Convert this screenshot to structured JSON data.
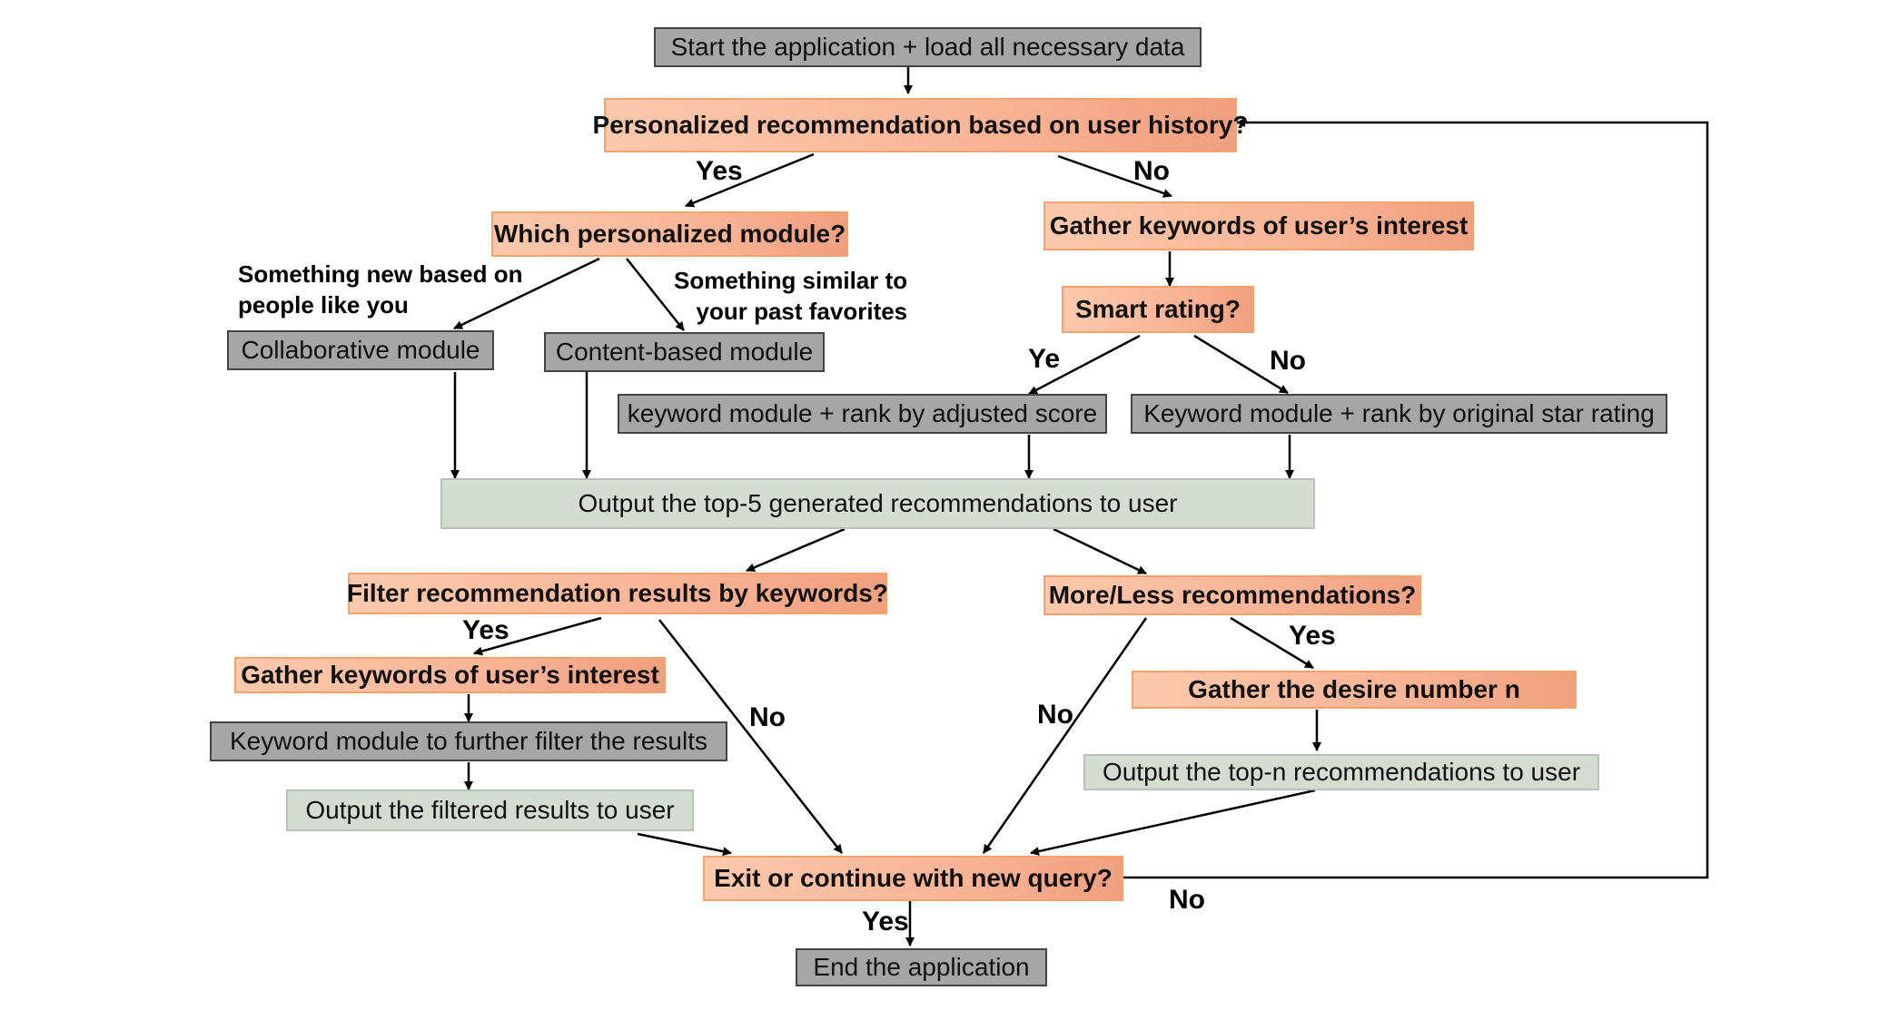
{
  "nodes": {
    "start": "Start the application + load all necessary data",
    "q_personalized": "Personalized recommendation based on user history?",
    "which_module": "Which personalized module?",
    "gather_keywords_top": "Gather keywords of user’s interest",
    "smart_rating": "Smart rating?",
    "collaborative": "Collaborative module",
    "content_based": "Content-based module",
    "keyword_adjusted": "keyword module + rank by adjusted score",
    "keyword_original": "Keyword module + rank by original star rating",
    "output_top5": "Output the top-5 generated recommendations to user",
    "filter_q": "Filter recommendation results by keywords?",
    "more_less_q": "More/Less recommendations?",
    "gather_keywords_bottom": "Gather keywords of user’s interest",
    "keyword_filter": "Keyword module to further filter the results",
    "output_filtered": "Output the filtered results to user",
    "gather_n": "Gather the desire number n",
    "output_topn": "Output the top-n recommendations to user",
    "exit_q": "Exit or continue with new query?",
    "end": "End the application"
  },
  "labels": {
    "yes_personalized": "Yes",
    "no_personalized": "No",
    "ye_smart": "Ye",
    "no_smart": "No",
    "yes_filter": "Yes",
    "no_filter": "No",
    "no_more_less": "No",
    "yes_more_less": "Yes",
    "yes_exit": "Yes",
    "no_exit": "No"
  },
  "notes": {
    "collab_line1": "Something new based on",
    "collab_line2": "people like you",
    "content_line1": "Something similar to",
    "content_line2": "your past favorites"
  },
  "colors": {
    "action_fill": "#a6a6a6",
    "decision_fill": "#f9b496",
    "decision_border": "#f2a36c",
    "output_fill": "#d5ddd2",
    "arrow": "#000000"
  }
}
